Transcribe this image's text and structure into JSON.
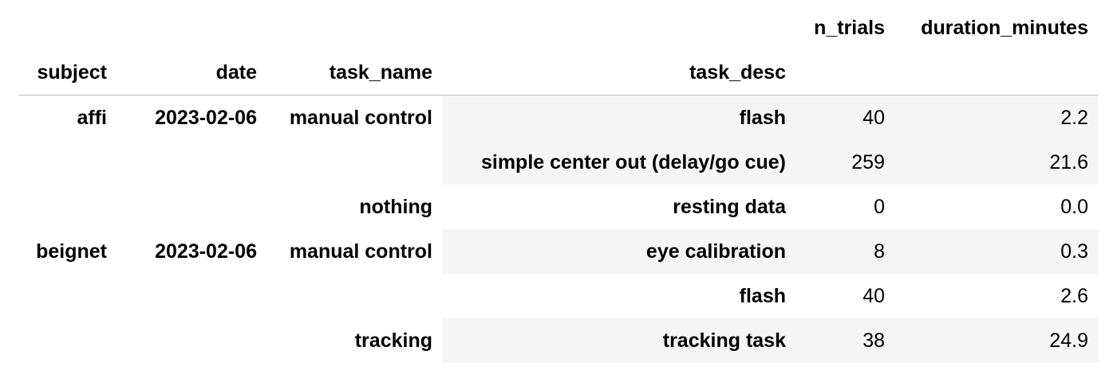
{
  "table": {
    "value_columns": [
      "n_trials",
      "duration_minutes"
    ],
    "index_names": [
      "subject",
      "date",
      "task_name",
      "task_desc"
    ],
    "rows": [
      {
        "subject": "affi",
        "date": "2023-02-06",
        "task_name": "manual control",
        "task_desc": "flash",
        "n_trials": "40",
        "duration_minutes": "2.2"
      },
      {
        "subject": "",
        "date": "",
        "task_name": "",
        "task_desc": "simple center out (delay/go cue)",
        "n_trials": "259",
        "duration_minutes": "21.6"
      },
      {
        "subject": "",
        "date": "",
        "task_name": "nothing",
        "task_desc": "resting data",
        "n_trials": "0",
        "duration_minutes": "0.0"
      },
      {
        "subject": "beignet",
        "date": "2023-02-06",
        "task_name": "manual control",
        "task_desc": "eye calibration",
        "n_trials": "8",
        "duration_minutes": "0.3"
      },
      {
        "subject": "",
        "date": "",
        "task_name": "",
        "task_desc": "flash",
        "n_trials": "40",
        "duration_minutes": "2.6"
      },
      {
        "subject": "",
        "date": "",
        "task_name": "tracking",
        "task_desc": "tracking task",
        "n_trials": "38",
        "duration_minutes": "24.9"
      }
    ]
  }
}
